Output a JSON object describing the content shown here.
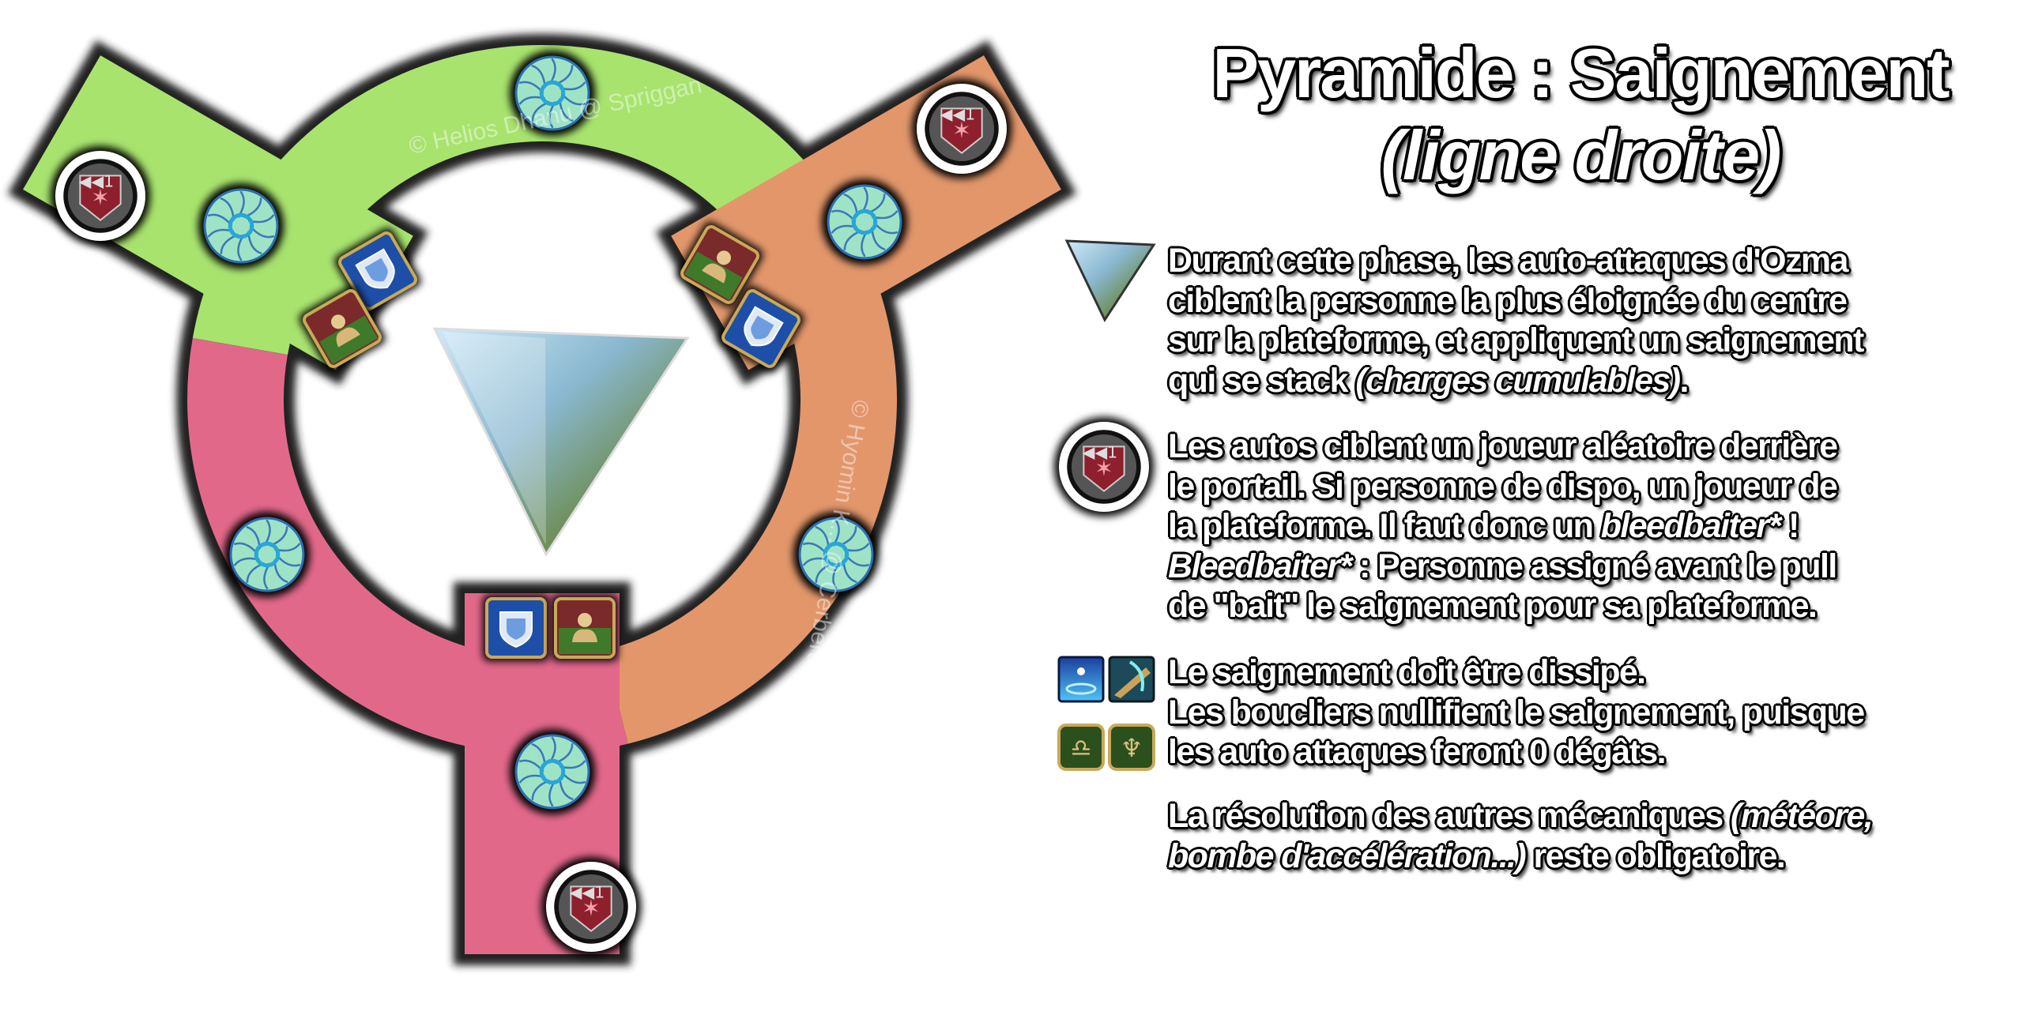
{
  "title": {
    "line1": "Pyramide : Saignement",
    "line2": "(ligne droite)"
  },
  "watermarks": [
    "© Helios Dhanu @ Spriggan",
    "© Hyomin K... @ Cerberus"
  ],
  "colors": {
    "platform_green": "#a8e36e",
    "platform_orange": "#e2966a",
    "platform_pink": "#e2688a",
    "outline": "#222222",
    "aether_fill": "#9fe3c6",
    "bleed_red": "#8e1f2c",
    "tank_blue": "#1d4fa8",
    "healer_green": "#3f7a2a"
  },
  "icons": {
    "boss": "ozma-pyramid-icon",
    "portal_markers": "aether-current-icon",
    "bleed_target": "bleed-target-icon",
    "tank": "tank-role-icon",
    "healer": "healer-role-icon",
    "cleanse": [
      "esuna-icon",
      "warden-paean-icon",
      "tank-shield-icon",
      "healer-shield-icon"
    ]
  },
  "blocks": [
    {
      "icon": "ozma-pyramid-icon",
      "lines": [
        [
          {
            "t": "Durant cette phase, les auto-attaques d'Ozma"
          }
        ],
        [
          {
            "t": "ciblent la personne la plus éloignée du centre"
          }
        ],
        [
          {
            "t": "sur la plateforme, et appliquent un saignement"
          }
        ],
        [
          {
            "t": "qui se stack "
          },
          {
            "t": "(charges cumulables)",
            "i": true
          },
          {
            "t": "."
          }
        ]
      ]
    },
    {
      "icon": "bleed-target-icon",
      "lines": [
        [
          {
            "t": "Les autos ciblent un joueur aléatoire derrière"
          }
        ],
        [
          {
            "t": "le portail. Si personne de dispo, un joueur de"
          }
        ],
        [
          {
            "t": "la plateforme. Il faut donc un "
          },
          {
            "t": "bleedbaiter*",
            "i": true
          },
          {
            "t": " !"
          }
        ],
        [
          {
            "t": "Bleedbaiter*",
            "i": true
          },
          {
            "t": " : Personne assigné avant le pull"
          }
        ],
        [
          {
            "t": "de \"bait\" le saignement pour sa plateforme."
          }
        ]
      ]
    },
    {
      "icon": "cleanse-icons",
      "lines": [
        [
          {
            "t": "Le saignement doit être dissipé."
          }
        ],
        [
          {
            "t": "Les boucliers nullifient le saignement, puisque"
          }
        ],
        [
          {
            "t": "les auto attaques feront 0 dégâts."
          }
        ]
      ]
    },
    {
      "icon": "",
      "lines": [
        [
          {
            "t": "La résolution des autres mécaniques "
          },
          {
            "t": "(météore,",
            "i": true
          }
        ],
        [
          {
            "t": "bombe d'accélération...)",
            "i": true
          },
          {
            "t": " reste obligatoire."
          }
        ]
      ]
    }
  ]
}
